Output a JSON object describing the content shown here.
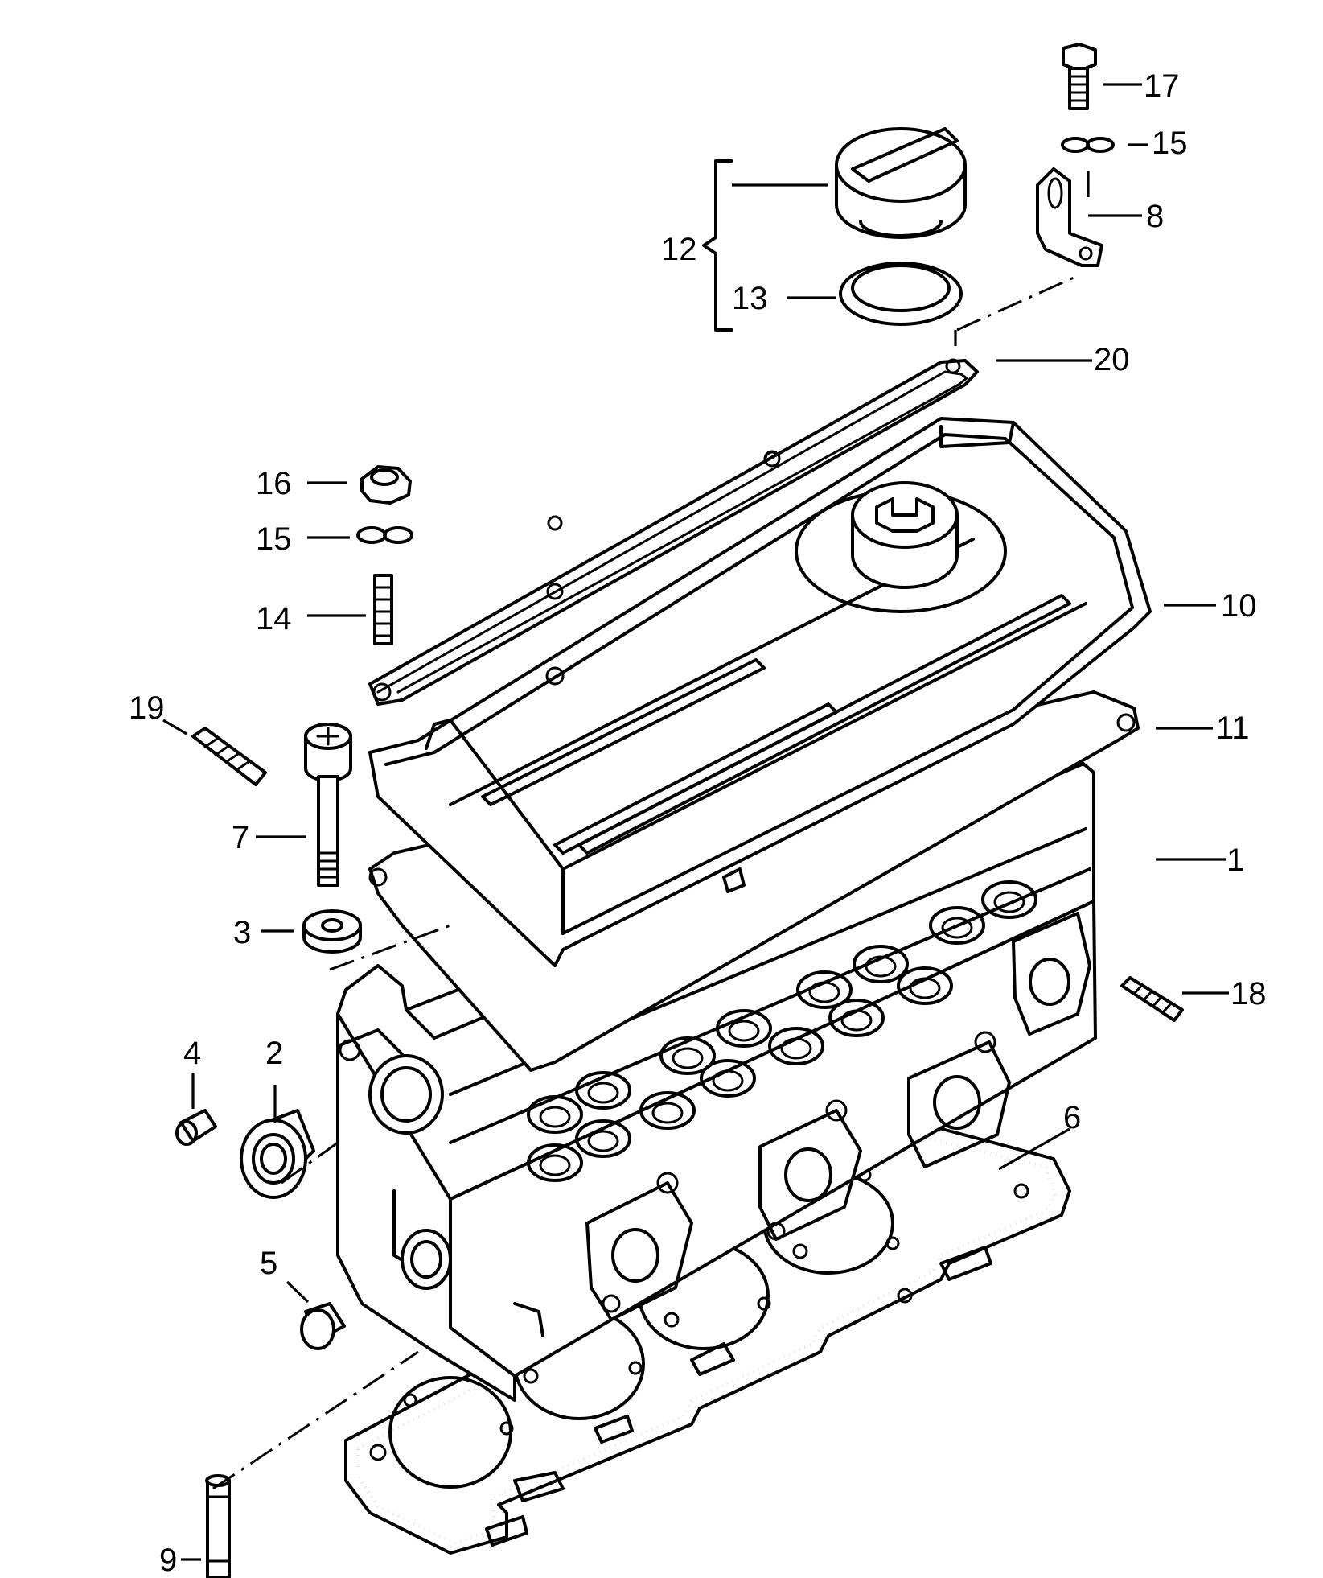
{
  "callouts": [
    {
      "id": "c17",
      "text": "17"
    },
    {
      "id": "c15a",
      "text": "15"
    },
    {
      "id": "c8",
      "text": "8"
    },
    {
      "id": "c12",
      "text": "12"
    },
    {
      "id": "c13",
      "text": "13"
    },
    {
      "id": "c20",
      "text": "20"
    },
    {
      "id": "c16",
      "text": "16"
    },
    {
      "id": "c15b",
      "text": "15"
    },
    {
      "id": "c14",
      "text": "14"
    },
    {
      "id": "c10",
      "text": "10"
    },
    {
      "id": "c11",
      "text": "11"
    },
    {
      "id": "c19",
      "text": "19"
    },
    {
      "id": "c7",
      "text": "7"
    },
    {
      "id": "c1",
      "text": "1"
    },
    {
      "id": "c3",
      "text": "3"
    },
    {
      "id": "c18",
      "text": "18"
    },
    {
      "id": "c4",
      "text": "4"
    },
    {
      "id": "c2",
      "text": "2"
    },
    {
      "id": "c6",
      "text": "6"
    },
    {
      "id": "c5",
      "text": "5"
    },
    {
      "id": "c9",
      "text": "9"
    }
  ]
}
